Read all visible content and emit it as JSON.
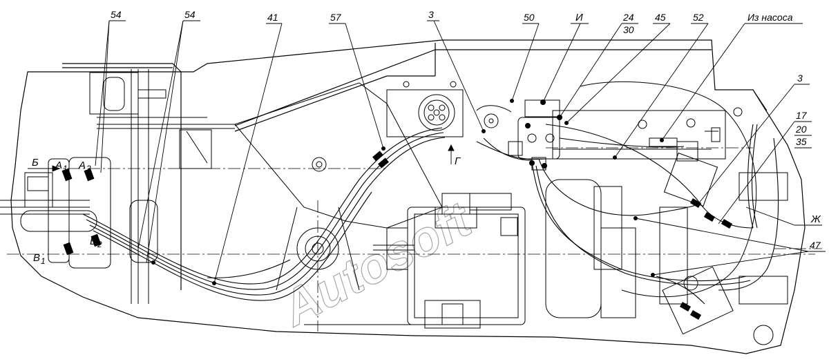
{
  "diagram": {
    "callouts": {
      "c54a": "54",
      "c54b": "54",
      "c41": "41",
      "c57": "57",
      "c3a": "3",
      "c50": "50",
      "cI": "И",
      "c24": "24",
      "c30": "30",
      "c45": "45",
      "c52": "52",
      "pump": "Из насоса",
      "c3b": "3",
      "c17": "17",
      "c20": "20",
      "c35": "35",
      "cZh": "Ж",
      "c47": "47"
    },
    "port_letters": {
      "B": "Б",
      "A1": "А",
      "A1_sub": "1",
      "A2": "А",
      "A2_sub": "2",
      "V1": "В",
      "V1_sub": "1",
      "V2": "В",
      "V2_sub": "2",
      "G": "Г"
    },
    "watermark": "Autosoft"
  }
}
